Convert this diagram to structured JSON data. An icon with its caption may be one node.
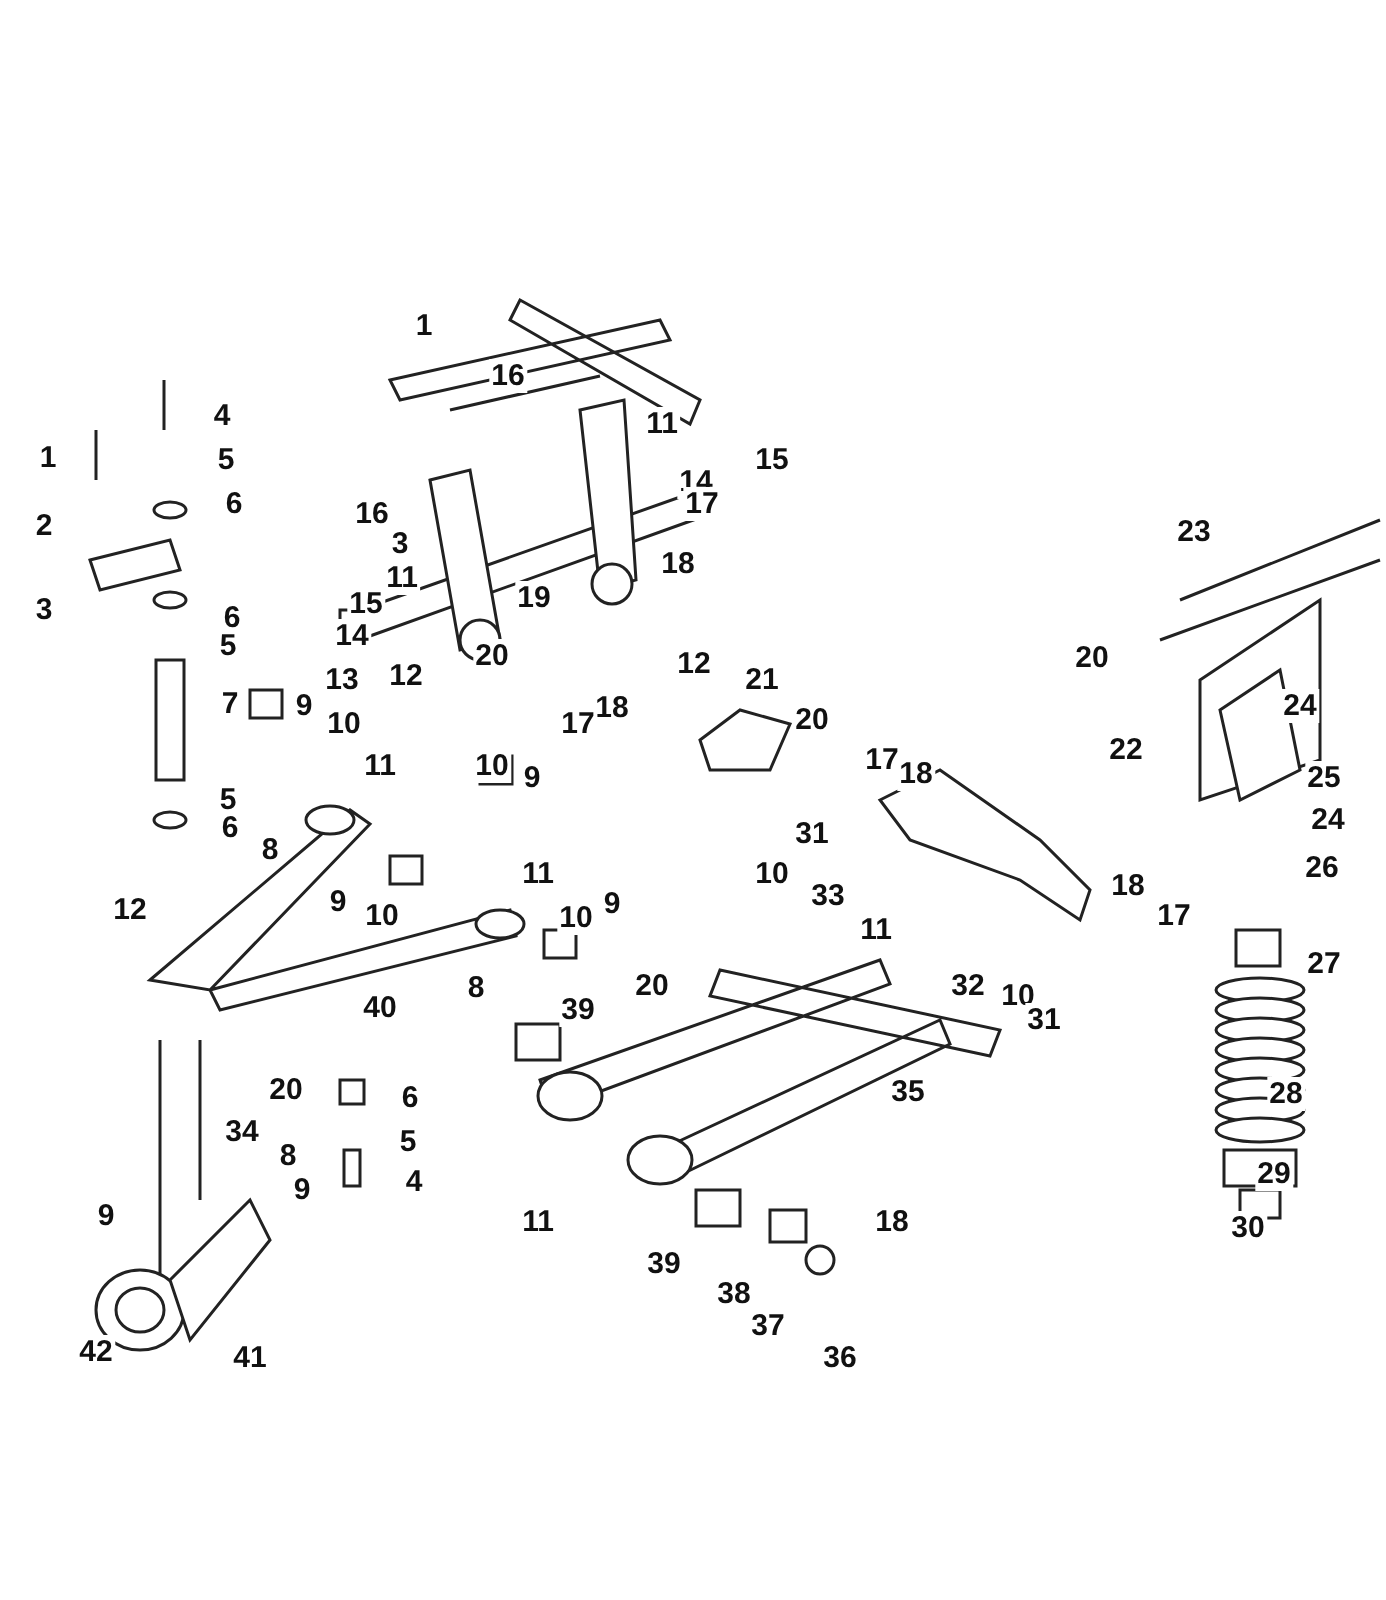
{
  "diagram": {
    "labels": [
      "1",
      "16",
      "4",
      "11",
      "15",
      "1",
      "5",
      "14",
      "17",
      "6",
      "16",
      "2",
      "23",
      "3",
      "18",
      "11",
      "15",
      "19",
      "3",
      "6",
      "14",
      "5",
      "20",
      "20",
      "12",
      "12",
      "13",
      "21",
      "7",
      "24",
      "9",
      "18",
      "20",
      "10",
      "17",
      "22",
      "17",
      "11",
      "10",
      "18",
      "25",
      "9",
      "5",
      "24",
      "6",
      "31",
      "8",
      "10",
      "26",
      "11",
      "18",
      "33",
      "9",
      "9",
      "12",
      "10",
      "17",
      "10",
      "11",
      "27",
      "32",
      "20",
      "8",
      "10",
      "40",
      "39",
      "31",
      "20",
      "35",
      "28",
      "6",
      "34",
      "5",
      "8",
      "29",
      "4",
      "9",
      "9",
      "11",
      "18",
      "30",
      "39",
      "38",
      "37",
      "36",
      "42",
      "41"
    ]
  }
}
